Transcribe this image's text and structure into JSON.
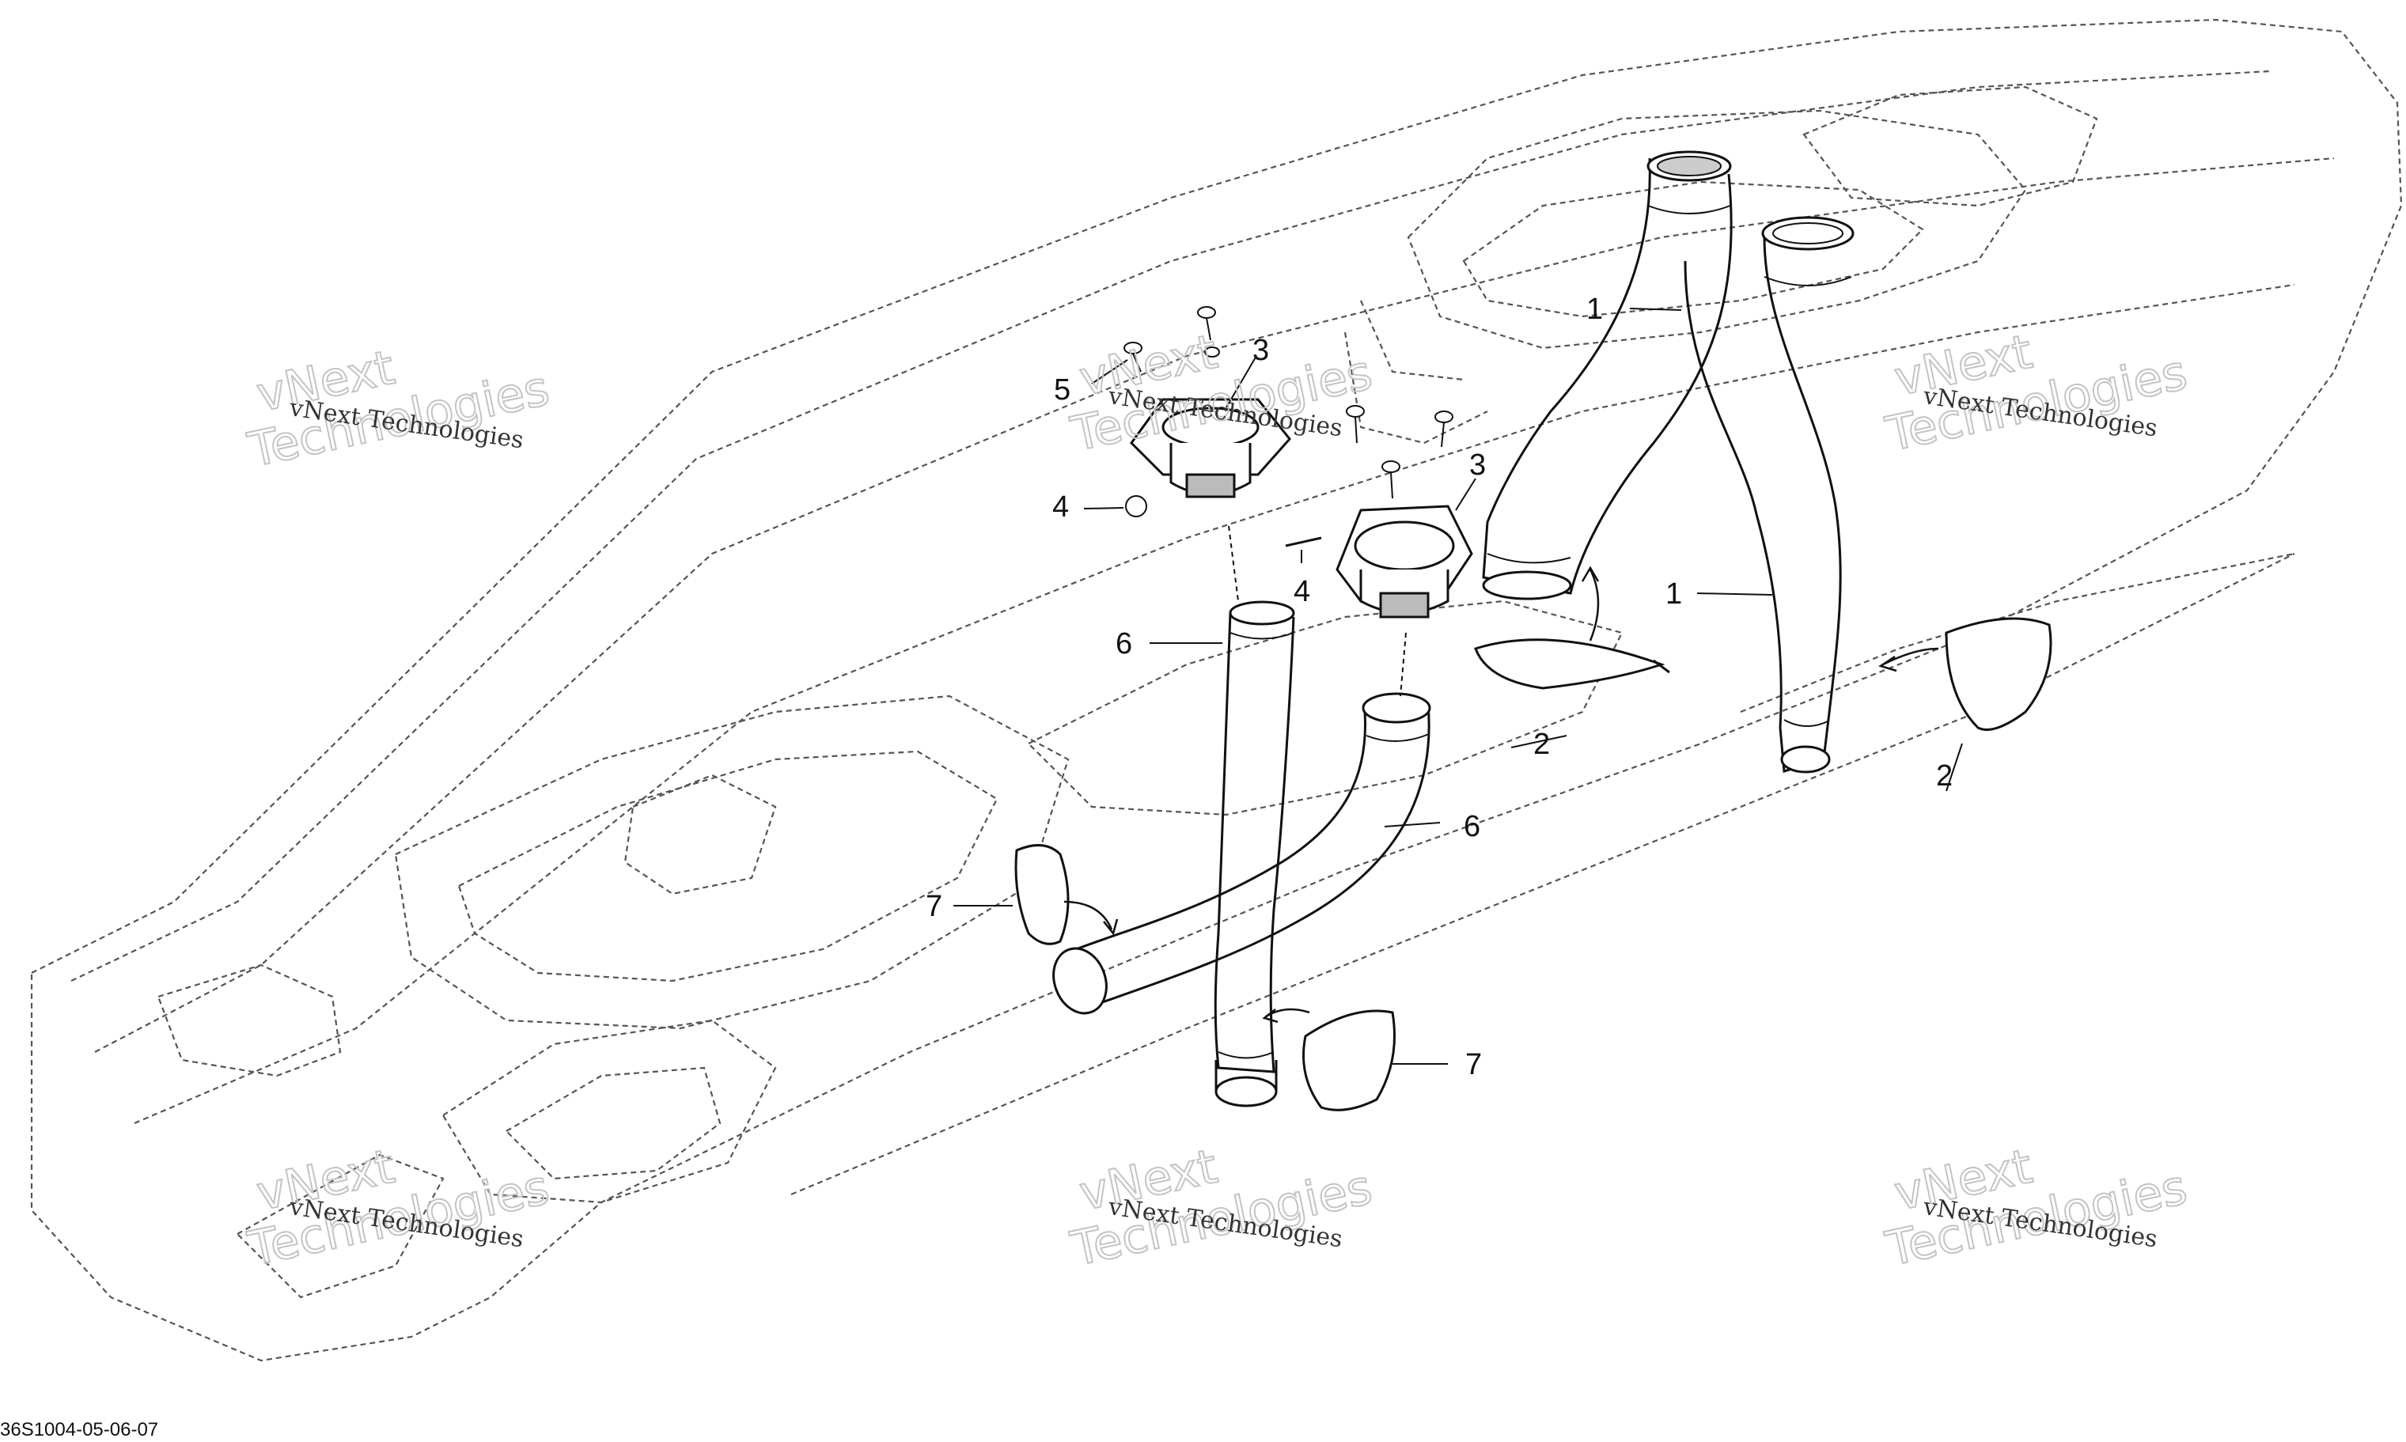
{
  "diagram": {
    "part_code": "36S1004-05-06-07",
    "watermark": "vNext Technologies",
    "watermark_big_line1": "vNext",
    "watermark_big_line2": "Technologies",
    "callouts": [
      "1",
      "1",
      "2",
      "2",
      "3",
      "3",
      "4",
      "4",
      "5",
      "6",
      "6",
      "7",
      "7"
    ],
    "colors": {
      "line": "#111111",
      "hull": "#555555",
      "watermark": "#c4c4c4"
    }
  }
}
